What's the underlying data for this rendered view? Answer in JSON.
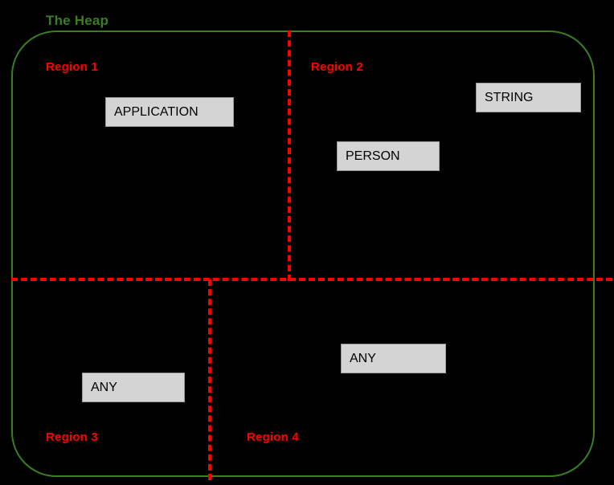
{
  "diagram": {
    "title": "The Heap",
    "background_color": "#000000",
    "boundary_color": "#3a7d22",
    "divider_color": "#ff0000",
    "box_fill_color": "#d4d4d4",
    "box_text_color": "#000000"
  },
  "regions": [
    {
      "id": "region-1",
      "label": "Region 1"
    },
    {
      "id": "region-2",
      "label": "Region 2"
    },
    {
      "id": "region-3",
      "label": "Region 3"
    },
    {
      "id": "region-4",
      "label": "Region 4"
    }
  ],
  "objects": [
    {
      "id": "object-application",
      "label": "APPLICATION",
      "region": "Region 1"
    },
    {
      "id": "object-string",
      "label": "STRING",
      "region": "Region 2"
    },
    {
      "id": "object-person",
      "label": "PERSON",
      "region": "Region 2"
    },
    {
      "id": "object-any-r3",
      "label": "ANY",
      "region": "Region 3"
    },
    {
      "id": "object-any-r4",
      "label": "ANY",
      "region": "Region 4"
    }
  ]
}
